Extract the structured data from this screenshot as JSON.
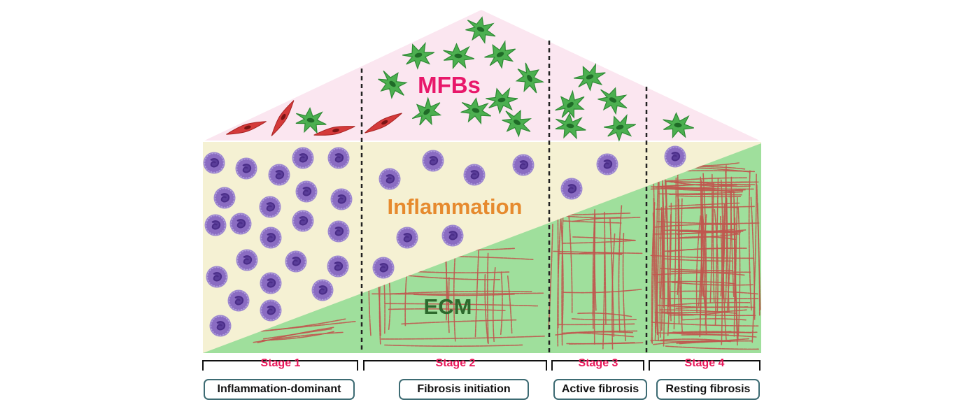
{
  "regions": {
    "mfbs": "MFBs",
    "inflammation": "Inflammation",
    "ecm": "ECM"
  },
  "stages": [
    {
      "label": "Stage 1",
      "description": "Inflammation-dominant"
    },
    {
      "label": "Stage 2",
      "description": "Fibrosis initiation"
    },
    {
      "label": "Stage 3",
      "description": "Active fibrosis"
    },
    {
      "label": "Stage 4",
      "description": "Resting fibrosis"
    }
  ],
  "colors": {
    "mfb_zone": "#fbe6f0",
    "inflammation_zone": "#f5f1d3",
    "ecm_zone": "#9fdf9c",
    "mfbs_text": "#e8186a",
    "inflammation_text": "#e68a2e",
    "ecm_text": "#2d6a2d",
    "stage_text": "#e8185a",
    "box_border": "#3d6b73",
    "myofibroblast": "#4caf50",
    "fibroblast": "#d43a3a",
    "immune_cell": "#8a6cc2",
    "collagen": "#c0574f"
  }
}
